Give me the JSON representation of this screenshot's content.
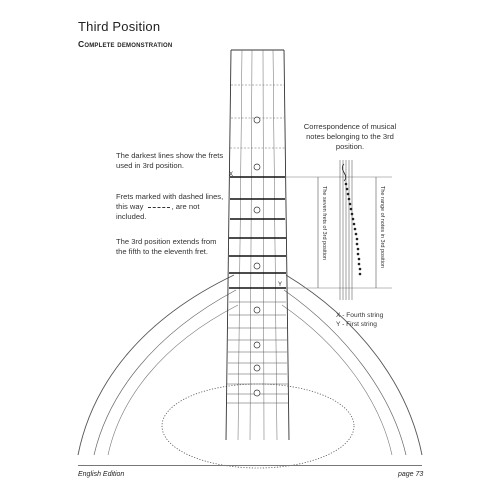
{
  "page": {
    "title": "Third Position",
    "subtitle": "Complete demonstration",
    "footer_left": "English Edition",
    "footer_right": "page 73"
  },
  "notes": {
    "darkest": "The darkest lines show the frets used in 3rd position.",
    "dashed_before": "Frets marked with dashed lines, this way",
    "dashed_after": ", are not included.",
    "position_range": "The 3rd position extends from the fifth to the eleventh fret."
  },
  "right_panel": {
    "caption": "Correspondence of musical notes belonging to the 3rd position.",
    "seven_frets_label": "The seven frets of 3rd position",
    "range_label": "The range of notes in 3rd position",
    "legend_x": "X - Fourth string",
    "legend_y": "Y - First string"
  },
  "fretboard": {
    "marker_x": "X",
    "marker_y": "Y"
  }
}
